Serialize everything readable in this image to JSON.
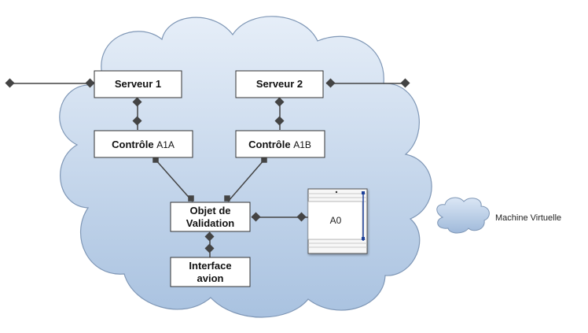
{
  "nodes": {
    "serveur1": {
      "label": "Serveur 1"
    },
    "serveur2": {
      "label": "Serveur 2"
    },
    "controle_a1a": {
      "label": "Contrôle ",
      "sub": "A1A"
    },
    "controle_a1b": {
      "label": "Contrôle ",
      "sub": "A1B"
    },
    "objet_validation": {
      "line1": "Objet de",
      "line2": "Validation"
    },
    "interface_avion": {
      "line1": "Interface",
      "line2": "avion"
    },
    "a0_panel": {
      "label": "A0"
    }
  },
  "legend": {
    "label": "Machine Virtuelle"
  },
  "colors": {
    "cloud_fill_top": "#e3ecf7",
    "cloud_fill_bottom": "#a9c1df",
    "cloud_stroke": "#8099b8",
    "connector": "#444444",
    "box_fill": "#ffffff",
    "box_stroke": "#333333",
    "accent": "#1f3f9a"
  }
}
